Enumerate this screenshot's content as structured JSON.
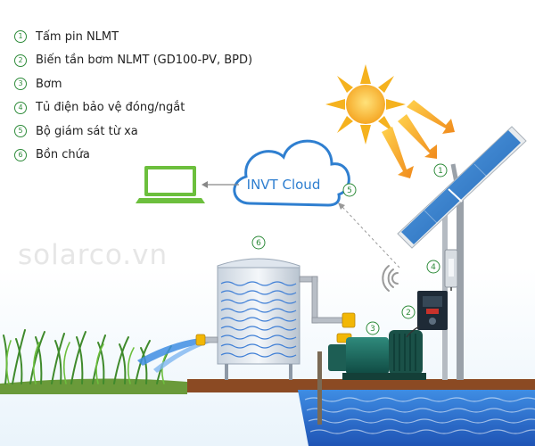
{
  "legend": [
    {
      "num": "1",
      "label": "Tấm pin NLMT"
    },
    {
      "num": "2",
      "label": "Biến tần bơm NLMT (GD100-PV, BPD)"
    },
    {
      "num": "3",
      "label": "Bơm"
    },
    {
      "num": "4",
      "label": "Tủ điện bảo vệ đóng/ngắt"
    },
    {
      "num": "5",
      "label": "Bộ giám sát từ xa"
    },
    {
      "num": "6",
      "label": "Bồn chứa"
    }
  ],
  "cloud_label": "INVT Cloud",
  "watermark": "solarco.vn",
  "callouts": {
    "solar_panel": "1",
    "inverter": "2",
    "pump": "3",
    "breaker": "4",
    "monitor": "5",
    "tank": "6"
  },
  "colors": {
    "accent_green": "#2e8b3a",
    "cloud_blue": "#2f7fd0",
    "laptop_green": "#6cbf3d",
    "water_blue": "#2f6fd6",
    "sun_orange": "#f5a623",
    "soil_brown": "#8b4a23",
    "panel_blue": "#2a73c9"
  }
}
